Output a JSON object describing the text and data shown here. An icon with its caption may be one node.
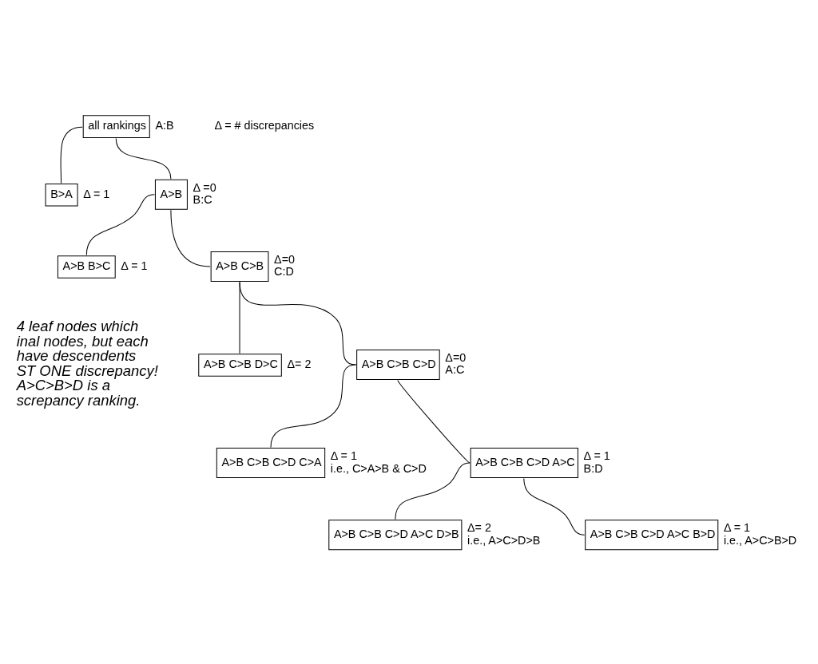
{
  "diagram": {
    "nodes": [
      {
        "text": [
          "all rankings"
        ],
        "beside": [
          "A:B"
        ]
      },
      {
        "text": [
          "B>A"
        ],
        "beside": [
          "Δ = 1"
        ]
      },
      {
        "text": [
          "A>B"
        ],
        "beside": [
          "Δ =0",
          "B:C"
        ]
      },
      {
        "text": [
          "A>B B>C"
        ],
        "beside": [
          "Δ = 1"
        ]
      },
      {
        "text": [
          "A>B C>B"
        ],
        "beside": [
          "Δ=0",
          "C:D"
        ]
      },
      {
        "text": [
          "A>B C>B D>C"
        ],
        "beside": [
          "Δ= 2"
        ]
      },
      {
        "text": [
          "A>B C>B C>D"
        ],
        "beside": [
          "Δ=0",
          "A:C"
        ]
      },
      {
        "text": [
          "A>B C>B C>D C>A"
        ],
        "beside": [
          "Δ = 1",
          "i.e., C>A>B & C>D"
        ]
      },
      {
        "text": [
          "A>B C>B C>D A>C"
        ],
        "beside": [
          "Δ = 1",
          "B:D"
        ]
      },
      {
        "text": [
          "A>B C>B C>D A>C D>B"
        ],
        "beside": [
          "Δ= 2",
          "i.e., A>C>D>B"
        ]
      },
      {
        "text": [
          "A>B C>B C>D A>C B>D"
        ],
        "beside": [
          "Δ = 1",
          "i.e., A>C>B>D"
        ]
      }
    ],
    "edges": [
      {
        "from": 0,
        "to": 1,
        "arrow": "none"
      },
      {
        "from": 0,
        "to": 2,
        "arrow": "none"
      },
      {
        "from": 2,
        "to": 3,
        "arrow": "none"
      },
      {
        "from": 2,
        "to": 4,
        "arrow": "none"
      },
      {
        "from": 4,
        "to": 5,
        "arrow": "none"
      },
      {
        "from": 4,
        "to": 6,
        "arrow": "none"
      },
      {
        "from": 6,
        "to": 7,
        "arrow": "none"
      },
      {
        "from": 6,
        "to": 8,
        "arrow": "none"
      },
      {
        "from": 8,
        "to": 9,
        "arrow": "none"
      },
      {
        "from": 8,
        "to": 10,
        "arrow": "none"
      }
    ],
    "labels": [
      "Δ = # discrepancies",
      "4 leaf nodes which",
      "inal nodes, but each",
      "have descendents",
      "ST ONE discrepancy!",
      "A>C>B>D is a",
      "screpancy ranking."
    ]
  }
}
